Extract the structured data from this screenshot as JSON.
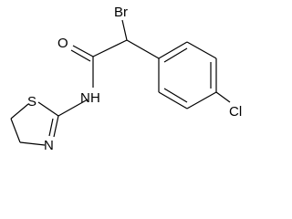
{
  "molecule": {
    "atoms": {
      "br": "Br",
      "o": "O",
      "nh": "N",
      "h": "H",
      "s": "S",
      "n_ring": "N",
      "cl": "Cl"
    }
  },
  "colors": {
    "bond": "#000000",
    "background": "#ffffff"
  }
}
